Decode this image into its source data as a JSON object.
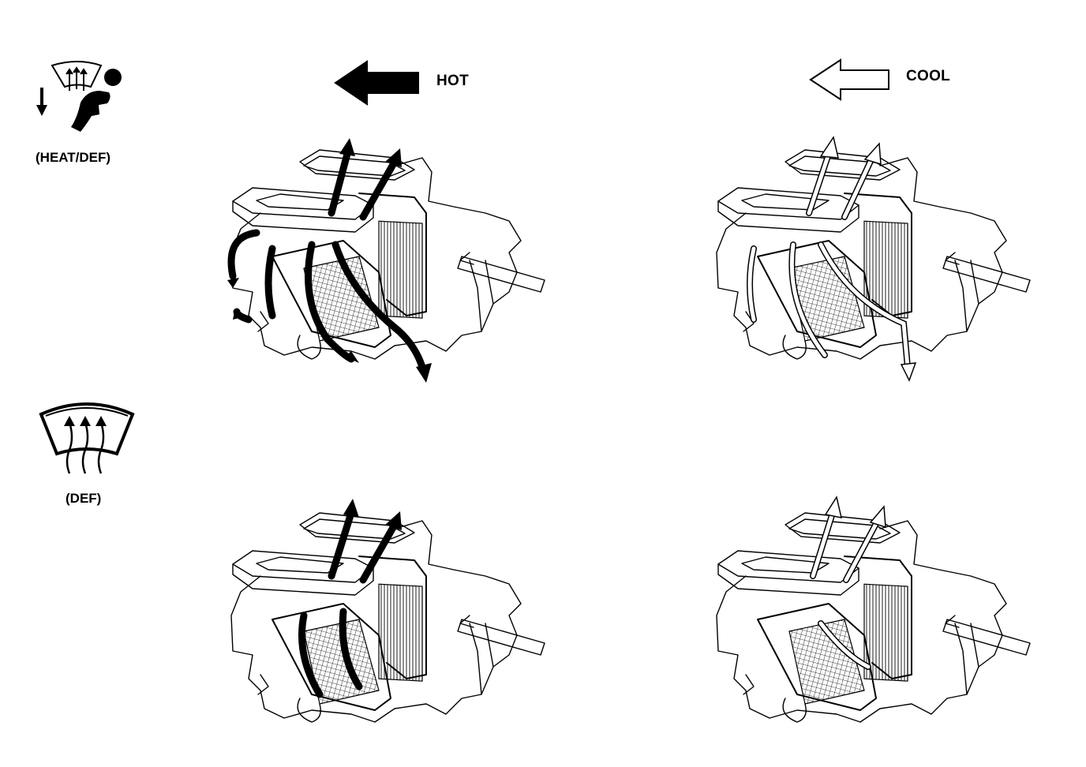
{
  "labels": {
    "hot": "HOT",
    "cool": "COOL"
  },
  "modes": [
    {
      "id": "heat-def",
      "label": "(HEAT/DEF)",
      "icon": "heat-def-mode-icon"
    },
    {
      "id": "def",
      "label": "(DEF)",
      "icon": "defrost-mode-icon"
    }
  ],
  "icons": {
    "hot_arrow": "solid-left-arrow-icon",
    "cool_arrow": "outline-left-arrow-icon"
  },
  "colors": {
    "ink": "#000000",
    "paper": "#ffffff"
  }
}
